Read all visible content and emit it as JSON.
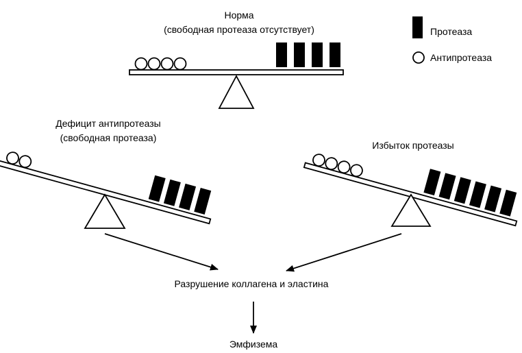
{
  "legend": {
    "protease": "Протеаза",
    "antiprotease": "Антипротеаза"
  },
  "scales": {
    "normal": {
      "title_line1": "Норма",
      "title_line2": "(свободная протеаза отсутствует)",
      "antiprotease_count": 4,
      "protease_count": 4
    },
    "deficit": {
      "title_line1": "Дефицит антипротеазы",
      "title_line2": "(свободная протеаза)",
      "antiprotease_count": 2,
      "protease_count": 4
    },
    "excess": {
      "title_line1": "Избыток протеазы",
      "antiprotease_count": 4,
      "protease_count": 6
    }
  },
  "outcome": {
    "destruction": "Разрушение коллагена и эластина",
    "result": "Эмфизема"
  }
}
